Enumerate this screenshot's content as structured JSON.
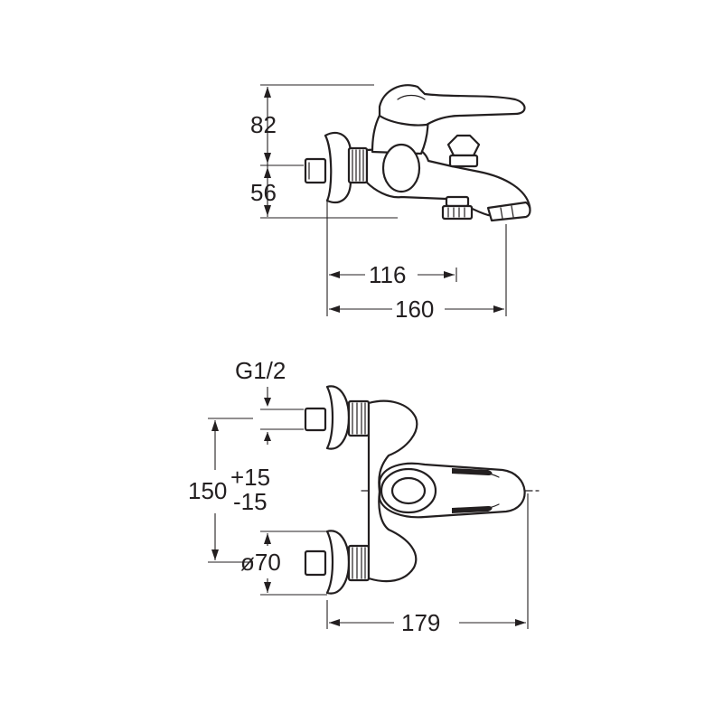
{
  "side_view": {
    "dim_top": "82",
    "dim_bottom": "56",
    "dim_inner_width": "116",
    "dim_total_width": "160"
  },
  "top_view": {
    "thread_label": "G1/2",
    "spacing_main": "150",
    "spacing_plus": "+15",
    "spacing_minus": "-15",
    "flange_diameter": "ø70",
    "depth": "179"
  }
}
